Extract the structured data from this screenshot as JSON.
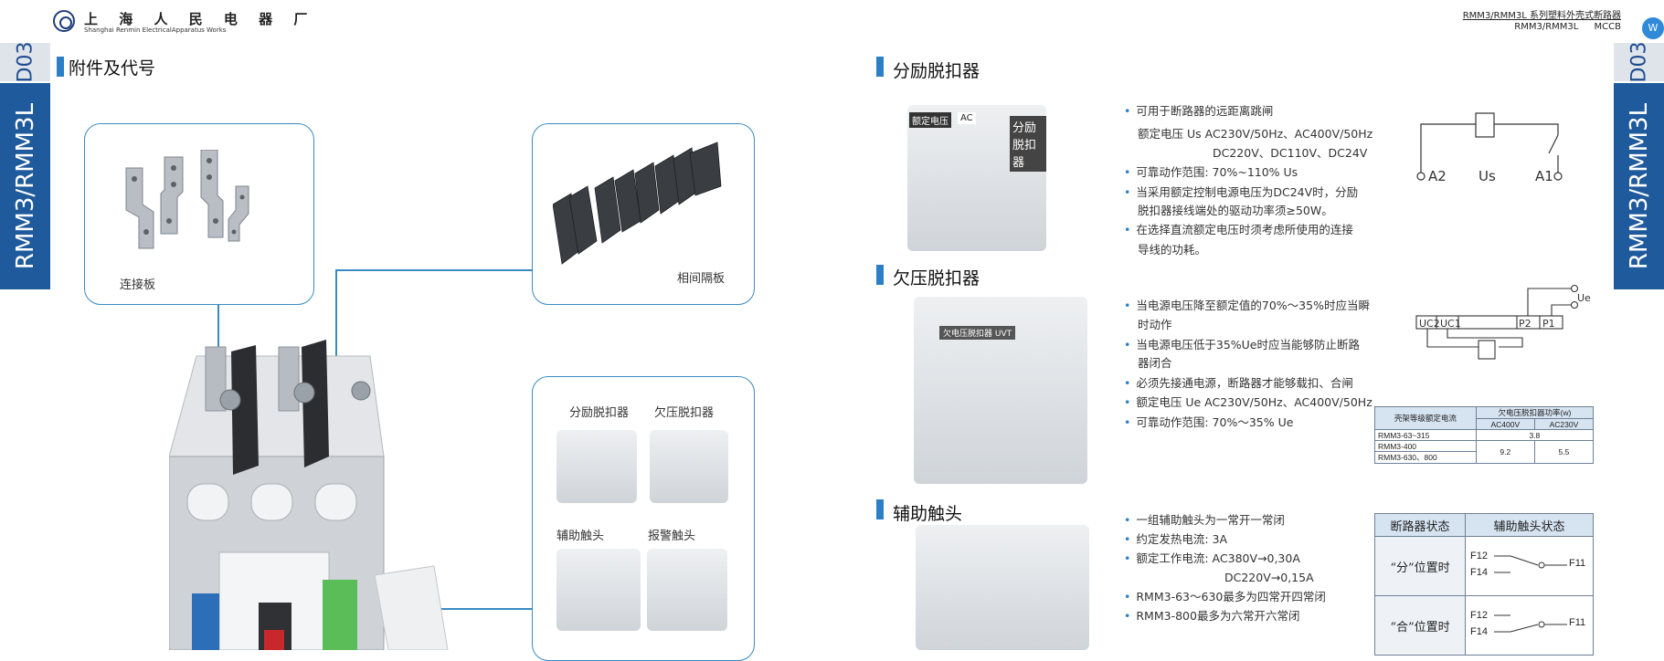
{
  "header": {
    "brand_cn": "上 海 人 民 电 器 厂",
    "brand_en": "Shanghai Renmin ElectricalApparatus Works",
    "series_title": "RMM3/RMM3L 系列塑料外壳式断路器",
    "series_model": "RMM3/RMM3L MCCB",
    "badge": "W"
  },
  "side_tabs": {
    "page_code": "D03",
    "model": "RMM3/RMM3L"
  },
  "left": {
    "title": "附件及代号",
    "callouts": {
      "connector": "连接板",
      "separator": "相间隔板",
      "shunt": "分励脱扣器",
      "undervoltage": "欠压脱扣器",
      "aux": "辅助触头",
      "alarm": "报警触头"
    }
  },
  "shunt": {
    "title": "分励脱扣器",
    "photo_labels": {
      "rated": "额定电压",
      "rated_val": "AC",
      "name": "分励脱扣器"
    },
    "bullets": [
      "可用于断路器的远距离跳闸",
      "额定电压 Us  AC230V/50Hz、AC400V/50Hz",
      "DC220V、DC110V、DC24V",
      "可靠动作范围: 70%~110% Us",
      "当采用额定控制电源电压为DC24V时，分励",
      "脱扣器接线端处的驱动功率须≥50W。",
      "在选择直流额定电压时须考虑所使用的连接",
      "导线的功耗。"
    ],
    "diagram": {
      "a2": "A2",
      "us": "Us",
      "a1": "A1"
    }
  },
  "undervoltage": {
    "title": "欠压脱扣器",
    "photo_label": "欠电压脱扣器 UVT",
    "bullets": [
      "当电源电压降至额定值的70%～35%时应当瞬",
      "时动作",
      "当电源电压低于35%Ue时应当能够防止断路",
      "器闭合",
      "必须先接通电源，断路器才能够载扣、合闸",
      "额定电压 Ue  AC230V/50Hz、AC400V/50Hz",
      "可靠动作范围: 70%〜35% Ue"
    ],
    "diagram": {
      "uc2": "UC2",
      "uc1": "UC1",
      "p2": "P2",
      "p1": "P1",
      "ue": "Ue"
    },
    "table": {
      "h1": "壳架等级额定电流",
      "h2": "欠电压脱扣器功率(w)",
      "h3": "AC400V",
      "h4": "AC230V",
      "rows": [
        [
          "RMM3-63~315",
          "3.8"
        ],
        [
          "RMM3-400",
          "9.2",
          "5.5"
        ],
        [
          "RMM3-630、800"
        ]
      ]
    }
  },
  "aux": {
    "title": "辅助触头",
    "bullets": [
      "一组辅助触头为一常开一常闭",
      "约定发热电流: 3A",
      "额定工作电流:  AC380V→0,30A",
      "DC220V→0,15A",
      "RMM3-63～630最多为四常开四常闭",
      "RMM3-800最多为六常开六常闭"
    ],
    "table": {
      "h1": "断路器状态",
      "h2": "辅助触头状态",
      "r1": "“分”位置时",
      "r2": "“合”位置时",
      "f12": "F12",
      "f14": "F14",
      "f11": "F11"
    }
  },
  "colors": {
    "accent": "#2c7ec6",
    "tab": "#1f5a9c",
    "border": "#3a8ac2"
  }
}
